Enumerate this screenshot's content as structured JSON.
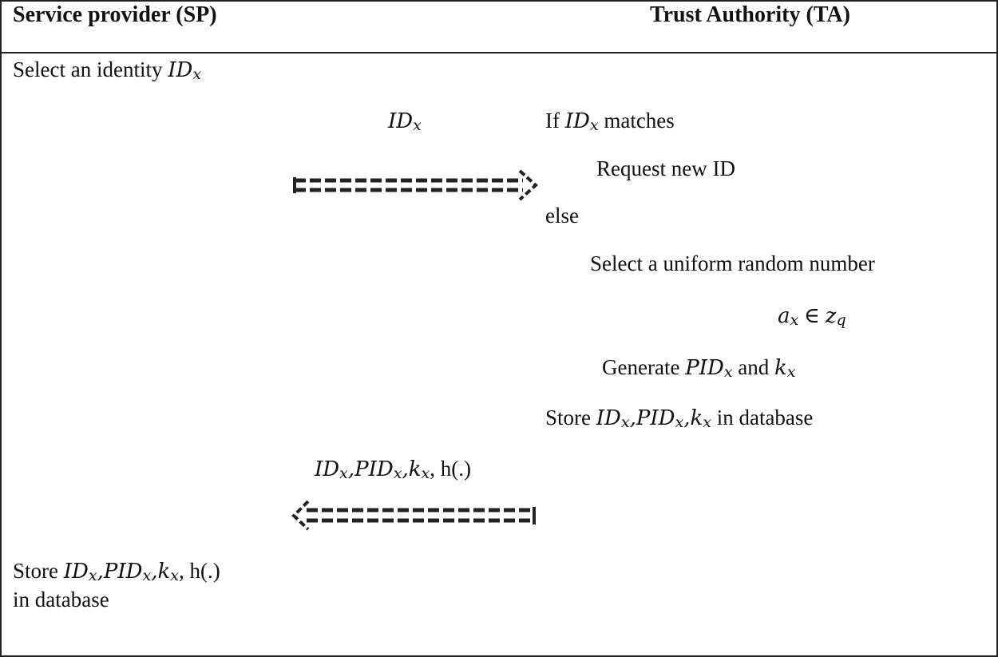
{
  "header": {
    "sp_title": "Service provider (SP)",
    "ta_title": "Trust Authority (TA)"
  },
  "sp": {
    "select_text": "Select an identity",
    "select_var": "ID",
    "select_sub": "x",
    "store_prefix": "Store",
    "store_vars": [
      "ID",
      "PID",
      "k"
    ],
    "store_sub": "x",
    "store_hash": "h(.)",
    "store_line2": "in database"
  },
  "msg1": {
    "var": "ID",
    "sub": "x"
  },
  "msg2": {
    "vars": [
      "ID",
      "PID",
      "k"
    ],
    "sub": "x",
    "hash": "h(.)"
  },
  "ta": {
    "if_prefix": "If",
    "if_var": "ID",
    "if_sub": "x",
    "if_suffix": "matches",
    "request": "Request new ID",
    "else": "else",
    "select_random": "Select a uniform random number",
    "a_var": "a",
    "a_sub": "x",
    "in_symbol": "∈",
    "z_var": "z",
    "z_sub": "q",
    "gen_prefix": "Generate",
    "gen_var1": "PID",
    "gen_sub1": "x",
    "gen_and": "and",
    "gen_var2": "k",
    "gen_sub2": "x",
    "store_prefix": "Store",
    "store_vars": [
      "ID",
      "PID",
      "k"
    ],
    "store_sub": "x",
    "store_suffix": "in database"
  },
  "colors": {
    "line": "#222222",
    "text": "#111111"
  }
}
